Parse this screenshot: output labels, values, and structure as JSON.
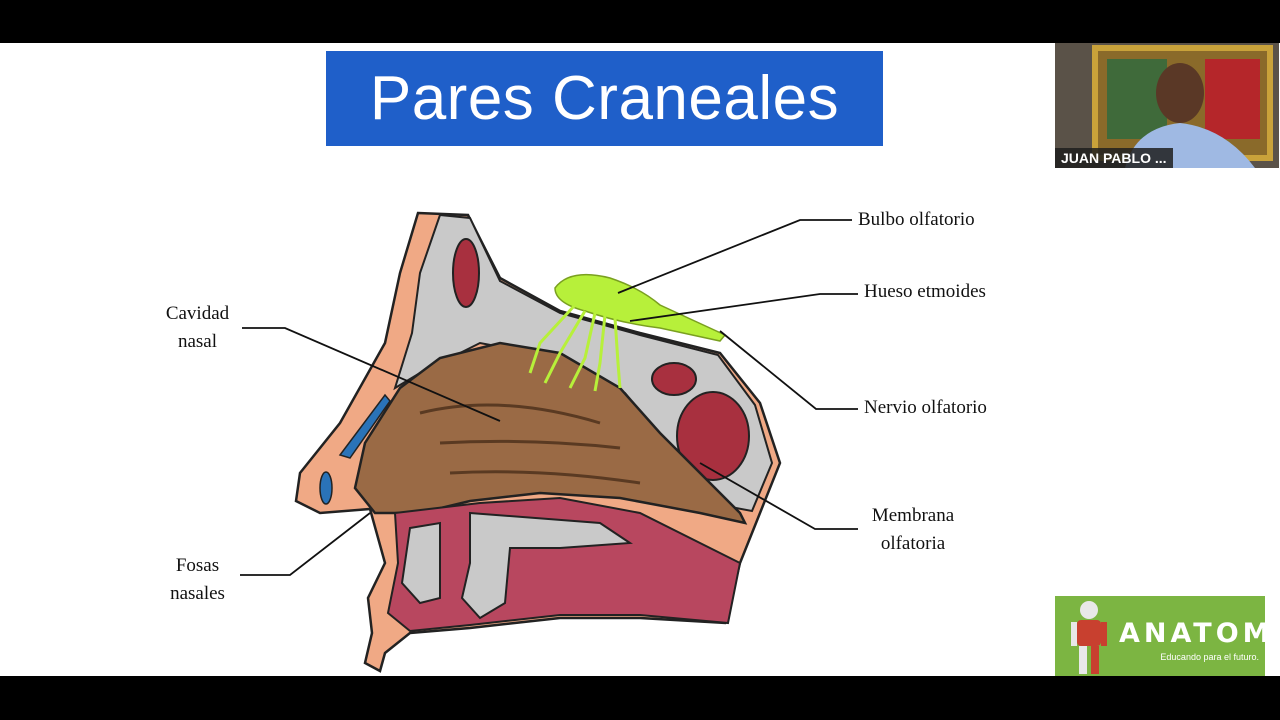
{
  "slide": {
    "title": "Pares Craneales"
  },
  "labels": {
    "bulbo": "Bulbo olfatorio",
    "hueso": "Hueso etmoides",
    "nervio": "Nervio olfatorio",
    "membrana_1": "Membrana",
    "membrana_2": "olfatoria",
    "cavidad_1": "Cavidad",
    "cavidad_2": "nasal",
    "fosas_1": "Fosas",
    "fosas_2": "nasales"
  },
  "webcam": {
    "participant_name": "JUAN PABLO ..."
  },
  "logo": {
    "title": "ANATOMÍA",
    "subtitle": "Educando para el futuro."
  },
  "colors": {
    "title_bg": "#1f5fc9",
    "skin": "#f0a985",
    "bone": "#c9c9c9",
    "cavity": "#9a6a45",
    "mucosa": "#b8475f",
    "nerve": "#b7f03a",
    "logo_bg": "#7cb542"
  }
}
